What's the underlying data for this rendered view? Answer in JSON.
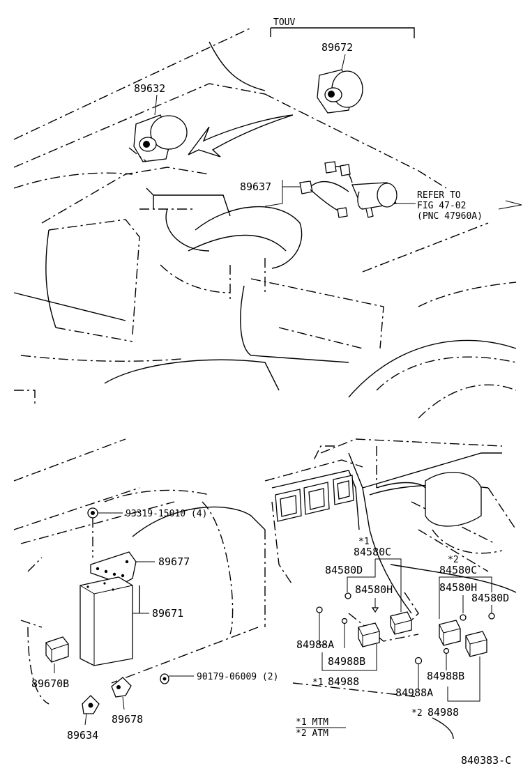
{
  "top": {
    "touv_label": "TOUV",
    "parts": {
      "p89672": "89672",
      "p89632": "89632",
      "p89637": "89637"
    },
    "refer": {
      "line1": "REFER TO",
      "line2": "FIG 47-02",
      "line3": "(PNC 47960A)"
    }
  },
  "bottom": {
    "left_parts": {
      "p93319": "93319-15010 (4)",
      "p89677": "89677",
      "p89671": "89671",
      "p89670B": "89670B",
      "p90179": "90179-06009 (2)",
      "p89678": "89678",
      "p89634": "89634"
    },
    "group1": {
      "marker": "*1",
      "p84580C": "84580C",
      "p84580D": "84580D",
      "p84580H": "84580H",
      "p84988A": "84988A",
      "p84988B": "84988B",
      "total_marker": "*1",
      "p84988": "84988"
    },
    "group2": {
      "marker": "*2",
      "p84580C": "84580C",
      "p84580H": "84580H",
      "p84580D": "84580D",
      "p84988B": "84988B",
      "p84988A": "84988A",
      "total_marker": "*2",
      "p84988": "84988"
    },
    "legend": {
      "row1": "*1 MTM",
      "row2": "*2 ATM"
    }
  },
  "figure_id": "840383-C"
}
